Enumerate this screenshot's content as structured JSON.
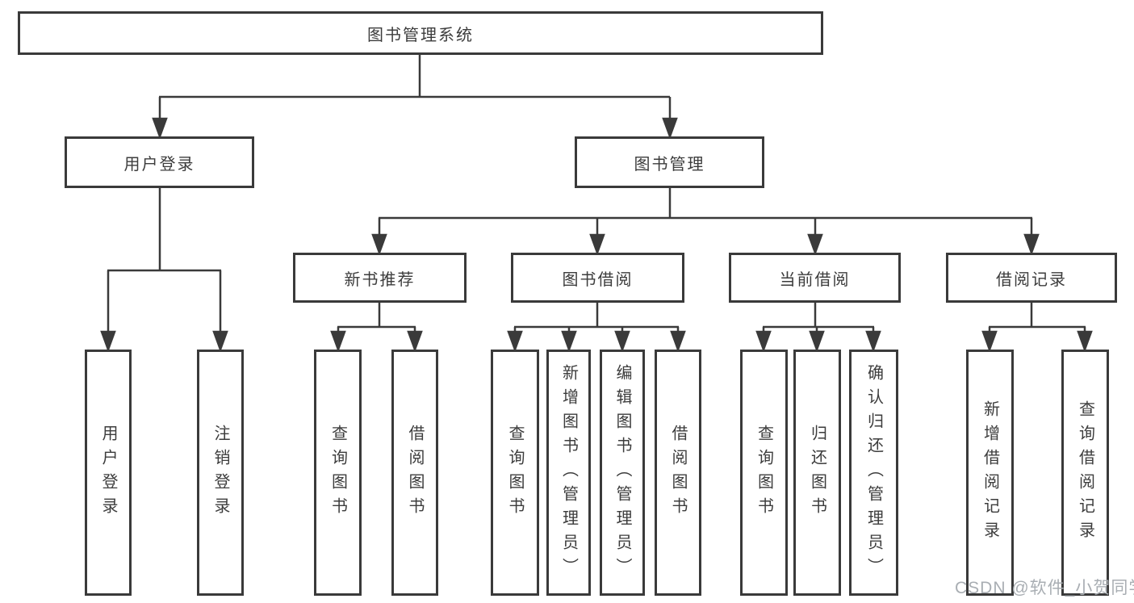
{
  "diagram": {
    "title": "图书管理系统",
    "branches": [
      {
        "label": "用户登录",
        "children": [
          {
            "label": "用户登录"
          },
          {
            "label": "注销登录"
          }
        ]
      },
      {
        "label": "图书管理",
        "groups": [
          {
            "label": "新书推荐",
            "children": [
              {
                "label": "查询图书"
              },
              {
                "label": "借阅图书"
              }
            ]
          },
          {
            "label": "图书借阅",
            "children": [
              {
                "label": "查询图书"
              },
              {
                "label": "新增图书（管理员）"
              },
              {
                "label": "编辑图书（管理员）"
              },
              {
                "label": "借阅图书"
              }
            ]
          },
          {
            "label": "当前借阅",
            "children": [
              {
                "label": "查询图书"
              },
              {
                "label": "归还图书"
              },
              {
                "label": "确认归还（管理员）"
              }
            ]
          },
          {
            "label": "借阅记录",
            "children": [
              {
                "label": "新增借阅记录"
              },
              {
                "label": "查询借阅记录"
              }
            ]
          }
        ]
      }
    ]
  },
  "watermark": {
    "text": "CSDN @软件_小贺同学"
  },
  "colors": {
    "line": "#3a3a3a",
    "box_border": "#3a3a3a",
    "text": "#3c3c3c",
    "watermark": "#a9aeb3",
    "background": "#ffffff"
  }
}
